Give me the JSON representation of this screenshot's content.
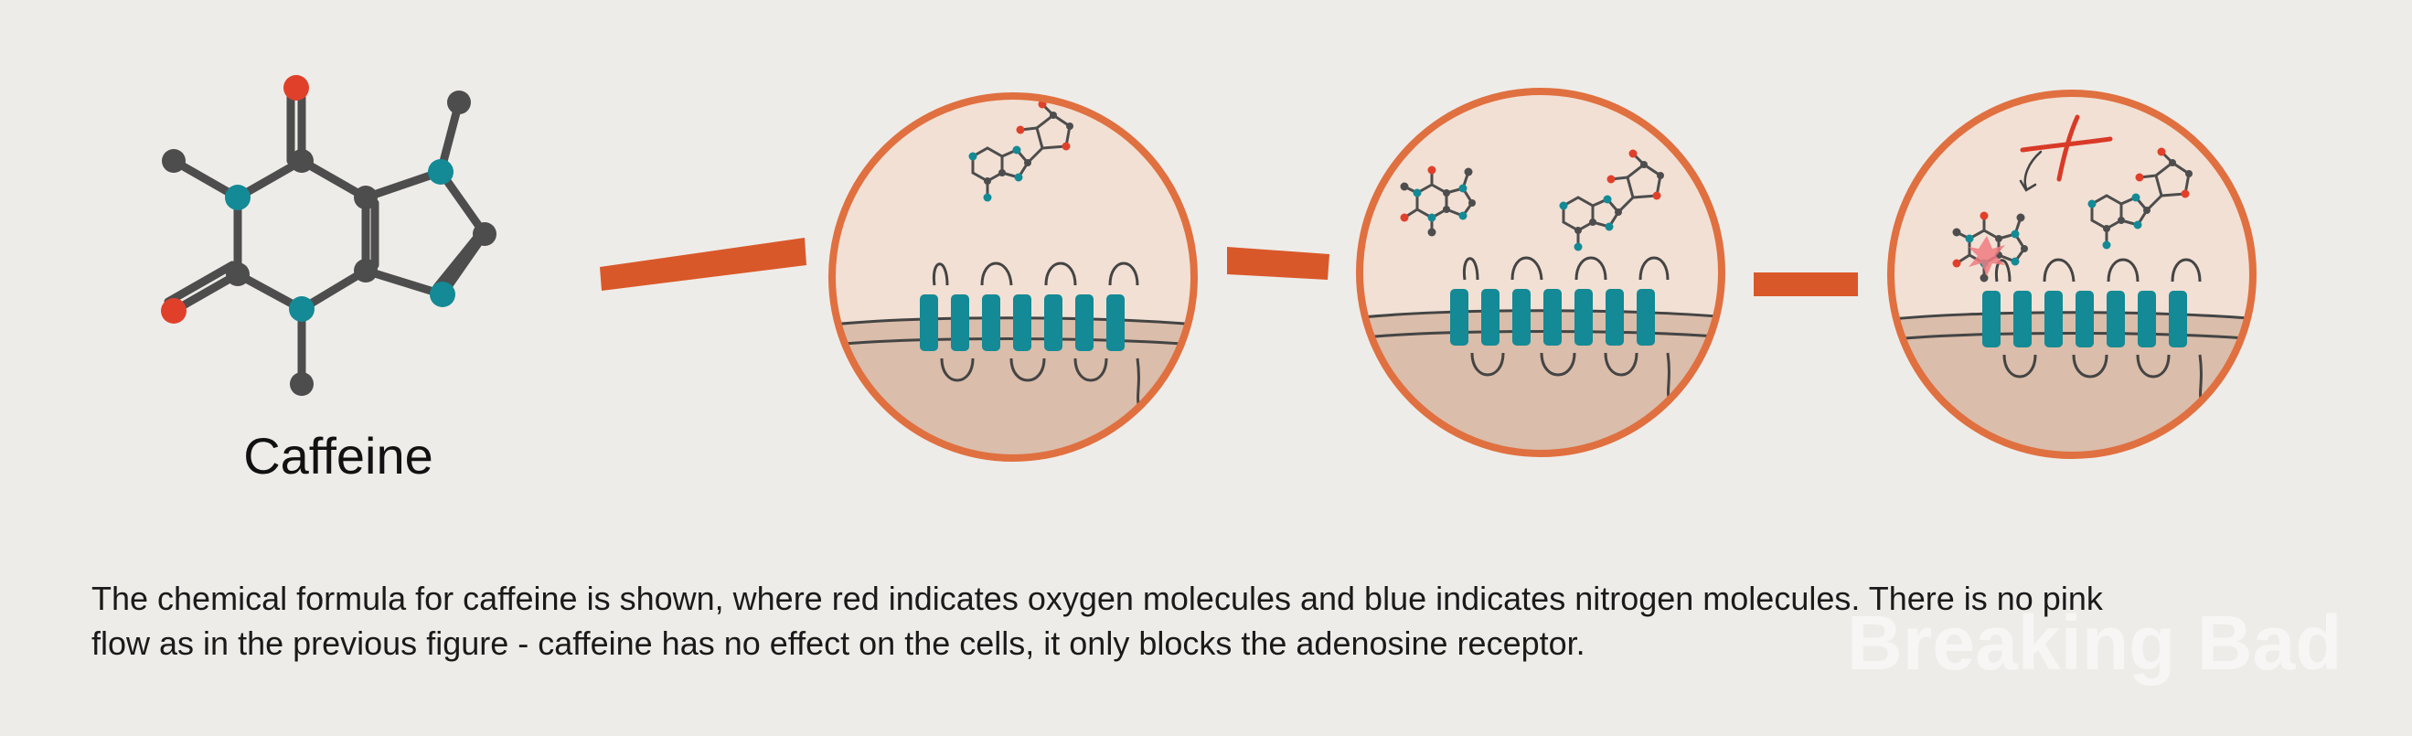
{
  "molecule": {
    "name": "Caffeine"
  },
  "caption": {
    "line1": "The chemical formula for caffeine is shown, where red indicates oxygen molecules and blue indicates nitrogen molecules. There is no pink",
    "line2": "flow as in the previous figure - caffeine has no effect on the cells, it only blocks the adenosine receptor."
  },
  "watermark": "Breaking Bad",
  "colors": {
    "oxygen": "#e0402a",
    "nitrogen": "#138a95",
    "carbon": "#4d4d4d",
    "accent": "#d9582a",
    "circle_border": "#e07040",
    "receptor": "#138a95",
    "cell_interior": "#dabdaa",
    "cell_outside": "#f2e0d4"
  },
  "icons": {
    "blocked": "red-x-mark-icon"
  }
}
